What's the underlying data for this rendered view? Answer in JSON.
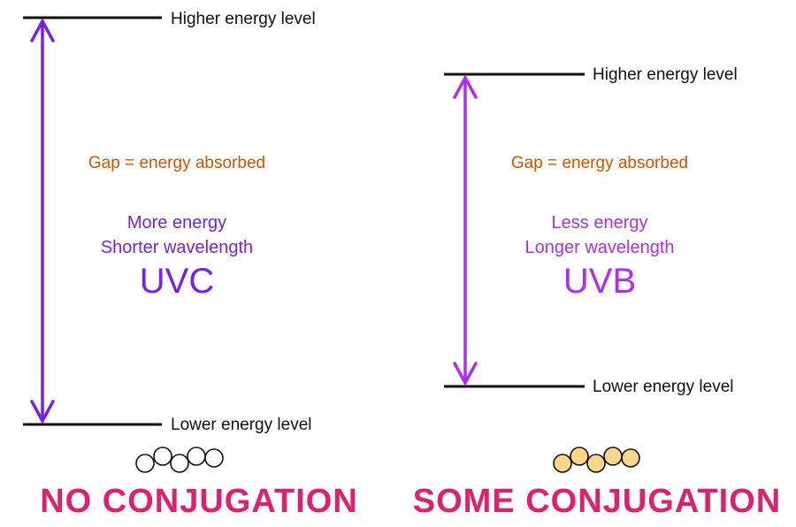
{
  "colors": {
    "level_line": "#111111",
    "gap_text": "#d35400",
    "left_accent": "#7a1fe8",
    "right_accent": "#b02cf2",
    "conjugation_text": "#e0206e",
    "left_molecule_fill": "#ffffff",
    "right_molecule_fill": "#f8d888"
  },
  "icons": {
    "left_molecule": "unconjugated-molecule-icon",
    "right_molecule": "conjugated-molecule-icon"
  },
  "left": {
    "higher_label": "Higher energy level",
    "lower_label": "Lower energy level",
    "gap_label": "Gap = energy absorbed",
    "energy_label": "More energy",
    "wavelength_label": "Shorter wavelength",
    "band_label": "UVC",
    "conjugation_label": "NO CONJUGATION"
  },
  "right": {
    "higher_label": "Higher energy level",
    "lower_label": "Lower energy level",
    "gap_label": "Gap = energy absorbed",
    "energy_label": "Less energy",
    "wavelength_label": "Longer wavelength",
    "band_label": "UVB",
    "conjugation_label": "SOME CONJUGATION"
  }
}
